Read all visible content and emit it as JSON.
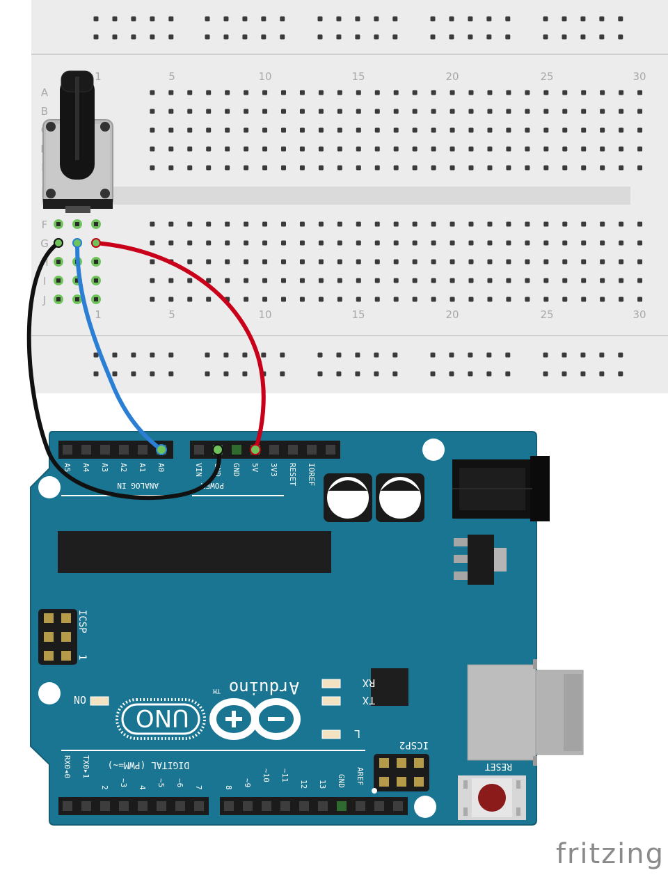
{
  "breadboard": {
    "column_numbers": [
      "1",
      "5",
      "10",
      "15",
      "20",
      "25",
      "30"
    ],
    "row_letters_top": [
      "A",
      "B",
      "C",
      "D",
      "E"
    ],
    "row_letters_bottom": [
      "F",
      "G",
      "H",
      "I",
      "J"
    ]
  },
  "arduino": {
    "brand": "Arduino",
    "trademark": "TM",
    "model": "UNO",
    "analog_pins": [
      "A5",
      "A4",
      "A3",
      "A2",
      "A1",
      "A0"
    ],
    "analog_header_label": "ANALOG IN",
    "power_pins": [
      "VIN",
      "GND",
      "GND",
      "5V",
      "3V3",
      "RESET",
      "IOREF"
    ],
    "power_header_label": "POWER",
    "digital_label": "DIGITAL (PWM=~)",
    "digital_pins_left": [
      "RX0◂0",
      "TX0▸1",
      "2",
      "~3",
      "4",
      "~5",
      "~6",
      "7"
    ],
    "digital_pins_right": [
      "8",
      "~9",
      "~10",
      "~11",
      "12",
      "13",
      "GND",
      "AREF"
    ],
    "icsp_label": "ICSP",
    "icsp_pin1_label": "1",
    "icsp2_label": "ICSP2",
    "on_led_label": "ON",
    "rx_label": "RX",
    "tx_label": "TX",
    "l_label": "L",
    "reset_button_label": "RESET"
  },
  "wires": [
    {
      "name": "ground-wire",
      "color": "#111111"
    },
    {
      "name": "signal-wire",
      "color": "#2a7fd4"
    },
    {
      "name": "power-wire",
      "color": "#c8001a"
    }
  ],
  "colors": {
    "board": "#1a7592",
    "board_edge": "#145d75",
    "breadboard": "#ececec",
    "breadboard_rail": "#d9d9d9",
    "hole": "#3a3a3a",
    "highlight": "#6fc35a"
  },
  "footer": {
    "logo": "fritzing"
  }
}
